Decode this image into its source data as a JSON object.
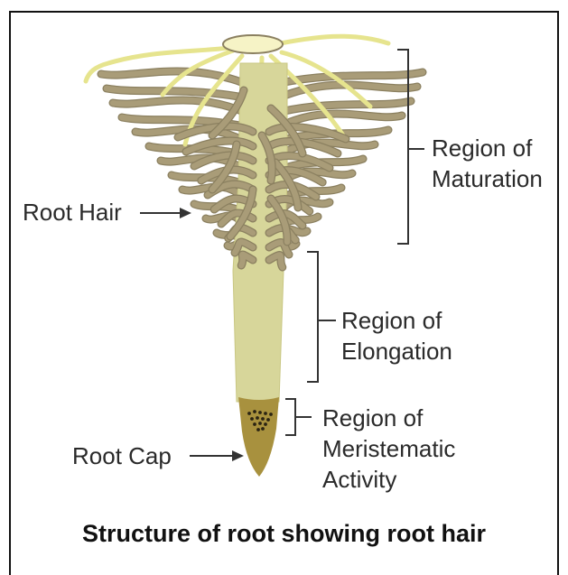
{
  "diagram": {
    "caption": "Structure of root showing root hair",
    "labels": {
      "root_hair": "Root Hair",
      "root_cap": "Root Cap",
      "maturation": [
        "Region of",
        "Maturation"
      ],
      "elongation": [
        "Region of",
        "Elongation"
      ],
      "meristematic": [
        "Region of",
        "Meristematic",
        "Activity"
      ]
    },
    "colors": {
      "root_body": "#d7d69a",
      "root_body_edge": "#c9c783",
      "root_hair": "#a99c78",
      "root_hair_edge": "#8b8060",
      "lateral_roots": "#e6e48e",
      "root_cap": "#a8913e",
      "text": "#2a2a2a",
      "bracket": "#333333"
    }
  }
}
